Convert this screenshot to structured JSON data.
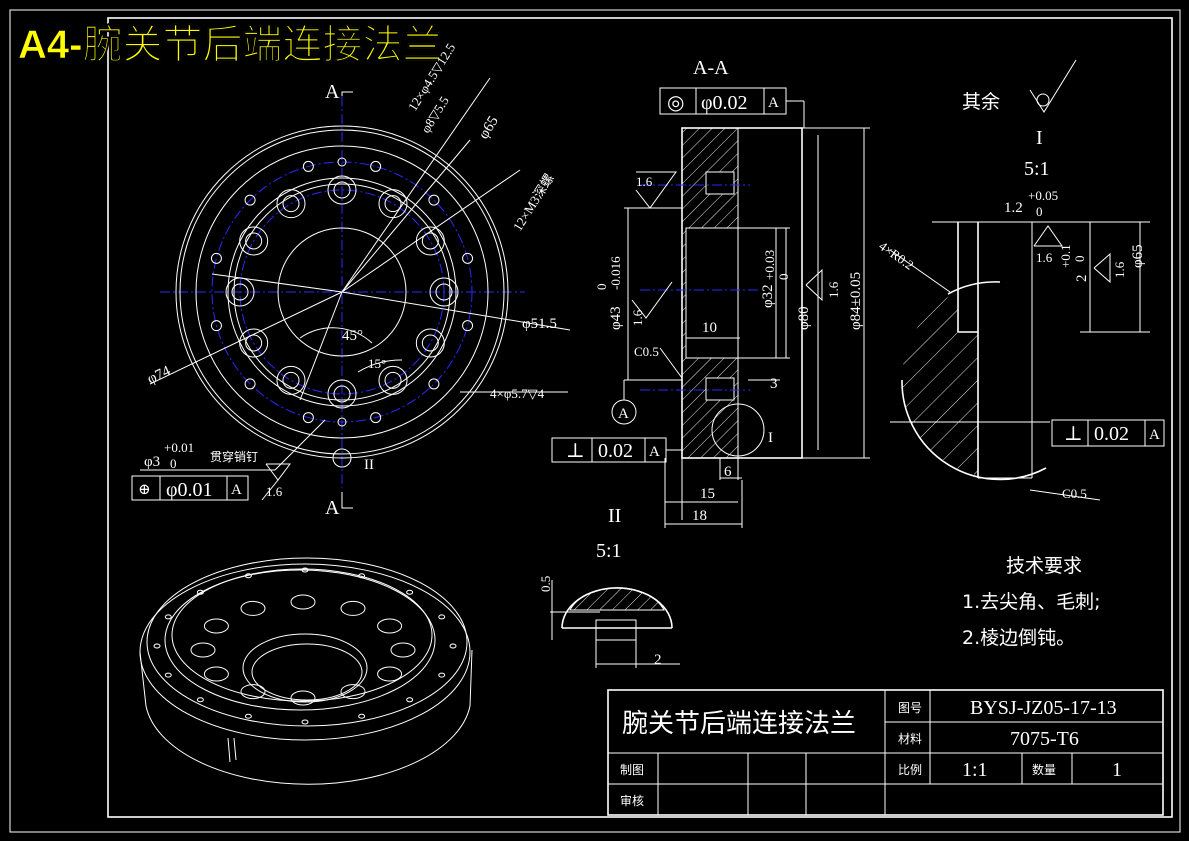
{
  "header": {
    "title": "A4-腕关节后端连接法兰"
  },
  "colors": {
    "background": "#000000",
    "lines": "#ffffff",
    "centerlines": "#2a2aff",
    "title": "#ffff00"
  },
  "front_view": {
    "section_mark_top": "A",
    "section_mark_bottom": "A",
    "dim_holes": "12×φ4.5▽12.5",
    "dim_counterbore": "φ8▽5.5",
    "dim_pcd": "φ65",
    "dim_thread": "12×M3深螺",
    "dim_bore": "φ51.5",
    "dim_outer": "φ74",
    "dim_angle_45": "45°",
    "dim_angle_15": "15°",
    "dim_small_holes": "4×φ5.7▽4",
    "pin_hole_dim": "φ3",
    "pin_hole_tol_upper": "+0.01",
    "pin_hole_tol_lower": "0",
    "pin_note": "贯穿销钉",
    "fcf_position_symbol": "⊕",
    "fcf_position_value": "φ0.01",
    "fcf_position_datum": "A",
    "roughness_pin": "1.6",
    "detail_ref_2": "II"
  },
  "section_view": {
    "label": "A-A",
    "fcf_conc_symbol": "◎",
    "fcf_conc_value": "φ0.02",
    "fcf_conc_datum": "A",
    "fcf_perp_symbol": "⊥",
    "fcf_perp_value": "0.02",
    "fcf_perp_datum": "A",
    "roughness_top": "1.6",
    "roughness_left": "1.6",
    "roughness_right": "1.6",
    "dim_left_dia": "φ43",
    "dim_left_tol_upper": "0",
    "dim_left_tol_lower": "-0.016",
    "dim_bore_dia": "φ32",
    "dim_bore_tol_upper": "+0.03",
    "dim_bore_tol_lower": "0",
    "dim_mid_dia": "φ80",
    "dim_outer_dia": "φ84±0.05",
    "dim_10": "10",
    "dim_3": "3",
    "dim_6": "6",
    "dim_15": "15",
    "dim_18": "18",
    "chamfer": "C0.5",
    "datum": "A",
    "detail_ref_1": "I"
  },
  "detail_1": {
    "other_label": "其余",
    "ref": "I",
    "scale": "5:1",
    "dim_width": "1.2",
    "dim_width_tol_upper": "+0.05",
    "dim_width_tol_lower": "0",
    "dim_depth": "2",
    "dim_depth_tol_upper": "+0.1",
    "dim_depth_tol_lower": "0",
    "dim_dia": "φ65",
    "radius": "4×R0.2",
    "roughness_a": "1.6",
    "roughness_b": "1.6",
    "fcf_symbol": "⊥",
    "fcf_value": "0.02",
    "fcf_datum": "A",
    "chamfer": "C0.5"
  },
  "detail_2": {
    "ref": "II",
    "scale": "5:1",
    "dim_height": "0.5",
    "dim_width": "2"
  },
  "tech_req": {
    "title": "技术要求",
    "items": [
      "1.去尖角、毛刺;",
      "2.棱边倒钝。"
    ]
  },
  "title_block": {
    "part_name": "腕关节后端连接法兰",
    "label_drawing_no": "图号",
    "drawing_no": "BYSJ-JZ05-17-13",
    "label_material": "材料",
    "material": "7075-T6",
    "label_drawn": "制图",
    "label_review": "审核",
    "label_scale": "比例",
    "scale": "1:1",
    "label_qty": "数量",
    "qty": "1"
  }
}
